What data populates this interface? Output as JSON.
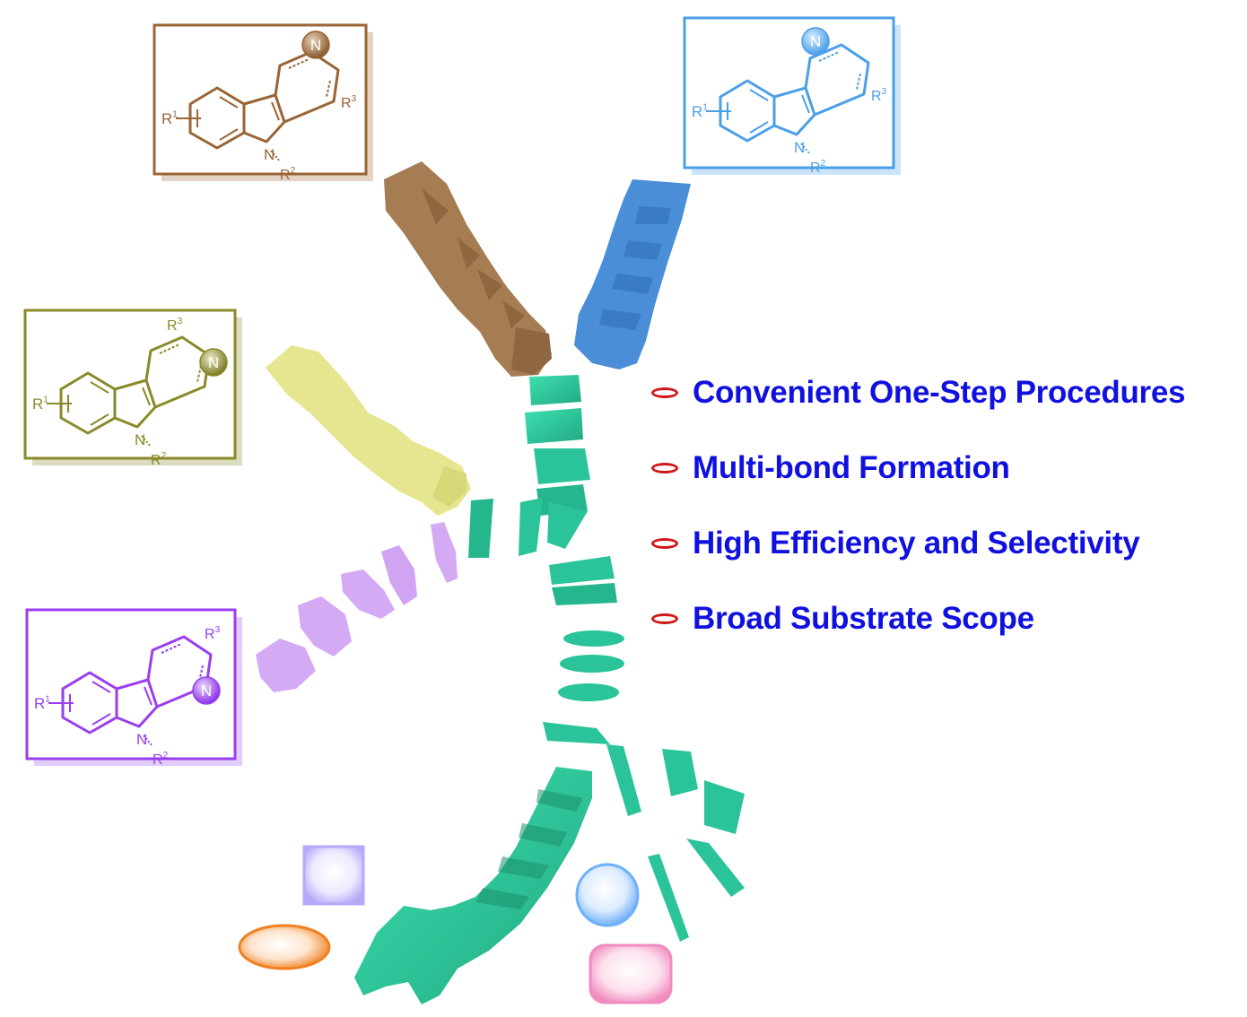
{
  "structures": [
    {
      "id": "brown",
      "color": "#9a6434",
      "shadow": "#e2d3c4",
      "variant": "beta-carboline-N-top",
      "labels": {
        "r1": "R",
        "r1_sup": "1",
        "r2": "R",
        "r2_sup": "2",
        "r3": "R",
        "r3_sup": "3",
        "n_indole": "N",
        "n_heteroatom": "N"
      }
    },
    {
      "id": "blue",
      "color": "#4a9fe8",
      "shadow": "#cce4fa",
      "variant": "delta-carboline",
      "labels": {
        "r1": "R",
        "r1_sup": "1",
        "r2": "R",
        "r2_sup": "2",
        "r3": "R",
        "r3_sup": "3",
        "n_indole": "N",
        "n_heteroatom": "N"
      }
    },
    {
      "id": "olive",
      "color": "#8a8a2a",
      "shadow": "#dcdcc0",
      "variant": "gamma-carboline",
      "labels": {
        "r1": "R",
        "r1_sup": "1",
        "r2": "R",
        "r2_sup": "2",
        "r3": "R",
        "r3_sup": "3",
        "n_indole": "N",
        "n_heteroatom": "N"
      }
    },
    {
      "id": "purple",
      "color": "#9a3ef0",
      "shadow": "#e2cdfa",
      "variant": "alpha-carboline",
      "labels": {
        "r1": "R",
        "r1_sup": "1",
        "r2": "R",
        "r2_sup": "2",
        "r3": "R",
        "r3_sup": "3",
        "n_indole": "N",
        "n_heteroatom": "N"
      }
    }
  ],
  "features": [
    {
      "text": "Convenient One-Step Procedures"
    },
    {
      "text": "Multi-bond Formation"
    },
    {
      "text": "High Efficiency and Selectivity"
    },
    {
      "text": "Broad Substrate Scope"
    }
  ],
  "colors": {
    "feature_text": "#1010e0",
    "bullet": "#d01818",
    "protein_main": "#2bc49a",
    "protein_dark": "#1e8f6e",
    "brown_helix": "#a67c52",
    "blue_helix": "#4a8ed8",
    "yellow_helix": "#e6e690",
    "purple_helix": "#d4aaf4",
    "square": "#b8a8f8",
    "ellipse": "#f08020",
    "sphere": "#70b0f8",
    "rounded_rect": "#f08cc0"
  }
}
